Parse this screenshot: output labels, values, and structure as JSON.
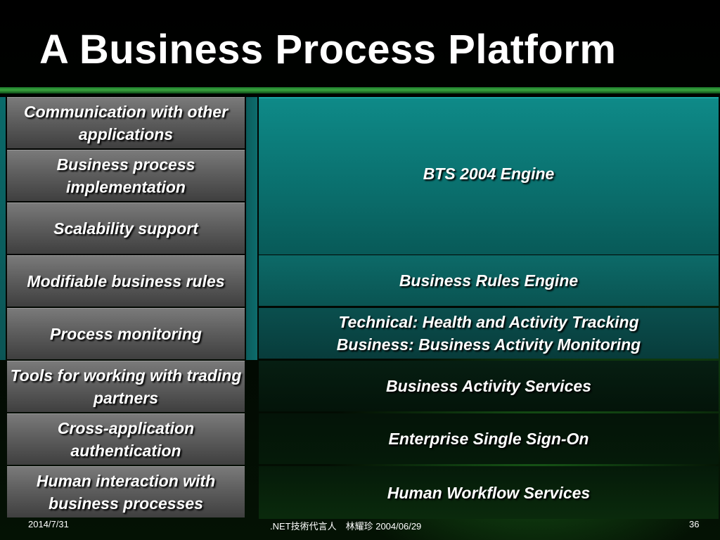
{
  "title": "A Business Process Platform",
  "rows_left": [
    "Communication with other applications",
    "Business process implementation",
    "Scalability support",
    "Modifiable business rules",
    "Process monitoring",
    "Tools for working with trading partners",
    "Cross-application authentication",
    "Human interaction with business processes"
  ],
  "rows_right": {
    "engine": "BTS 2004 Engine",
    "rules": "Business Rules Engine",
    "monitoring_line1": "Technical: Health and Activity Tracking",
    "monitoring_line2": "Business: Business Activity Monitoring",
    "activity": "Business Activity Services",
    "sso": "Enterprise Single Sign-On",
    "workflow": "Human Workflow Services"
  },
  "footer": {
    "date": "2014/7/31",
    "center": ".NET技術代言人　林耀珍 2004/06/29",
    "page": "36"
  }
}
